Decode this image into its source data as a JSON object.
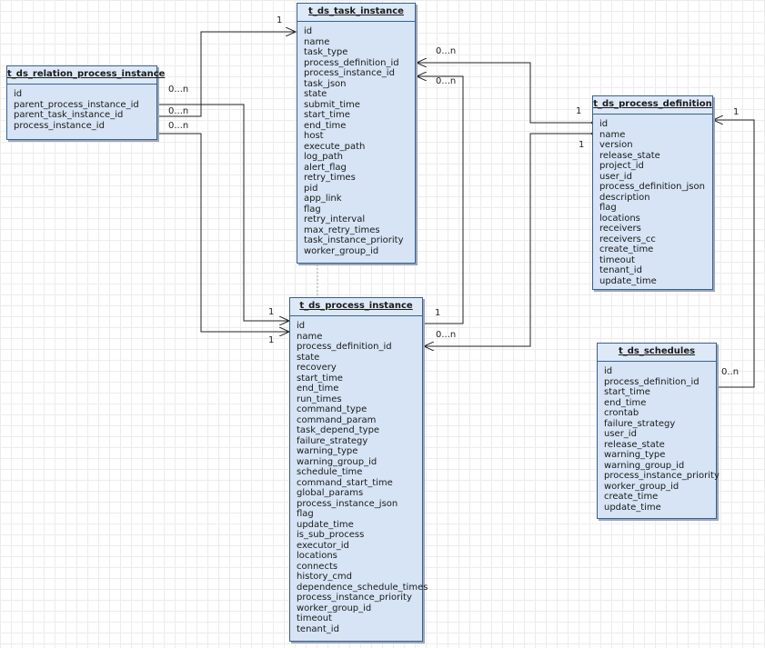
{
  "entities": {
    "relation": {
      "title": "t_ds_relation_process_instance",
      "attrs": [
        "id",
        "parent_process_instance_id",
        "parent_task_instance_id",
        "process_instance_id"
      ]
    },
    "task": {
      "title": "t_ds_task_instance",
      "attrs": [
        "id",
        "name",
        "task_type",
        "process_definition_id",
        "process_instance_id",
        "task_json",
        "state",
        "submit_time",
        "start_time",
        "end_time",
        "host",
        "execute_path",
        "log_path",
        "alert_flag",
        "retry_times",
        "pid",
        "app_link",
        "flag",
        "retry_interval",
        "max_retry_times",
        "task_instance_priority",
        "worker_group_id"
      ]
    },
    "definition": {
      "title": "t_ds_process_definition",
      "attrs": [
        "id",
        "name",
        "version",
        "release_state",
        "project_id",
        "user_id",
        "process_definition_json",
        "description",
        "flag",
        "locations",
        "receivers",
        "receivers_cc",
        "create_time",
        "timeout",
        "tenant_id",
        "update_time"
      ]
    },
    "process": {
      "title": "t_ds_process_instance",
      "attrs": [
        "id",
        "name",
        "process_definition_id",
        "state",
        "recovery",
        "start_time",
        "end_time",
        "run_times",
        "command_type",
        "command_param",
        "task_depend_type",
        "failure_strategy",
        "warning_type",
        "warning_group_id",
        "schedule_time",
        "command_start_time",
        "global_params",
        "process_instance_json",
        "flag",
        "update_time",
        "is_sub_process",
        "executor_id",
        "locations",
        "connects",
        "history_cmd",
        "dependence_schedule_times",
        "process_instance_priority",
        "worker_group_id",
        "timeout",
        "tenant_id"
      ]
    },
    "schedules": {
      "title": "t_ds_schedules",
      "attrs": [
        "id",
        "process_definition_id",
        "start_time",
        "end_time",
        "crontab",
        "failure_strategy",
        "user_id",
        "release_state",
        "warning_type",
        "warning_group_id",
        "process_instance_priority",
        "worker_group_id",
        "create_time",
        "update_time"
      ]
    }
  },
  "multiplicity": {
    "one": "1",
    "many": "0...n",
    "many_alt": "0..n"
  }
}
